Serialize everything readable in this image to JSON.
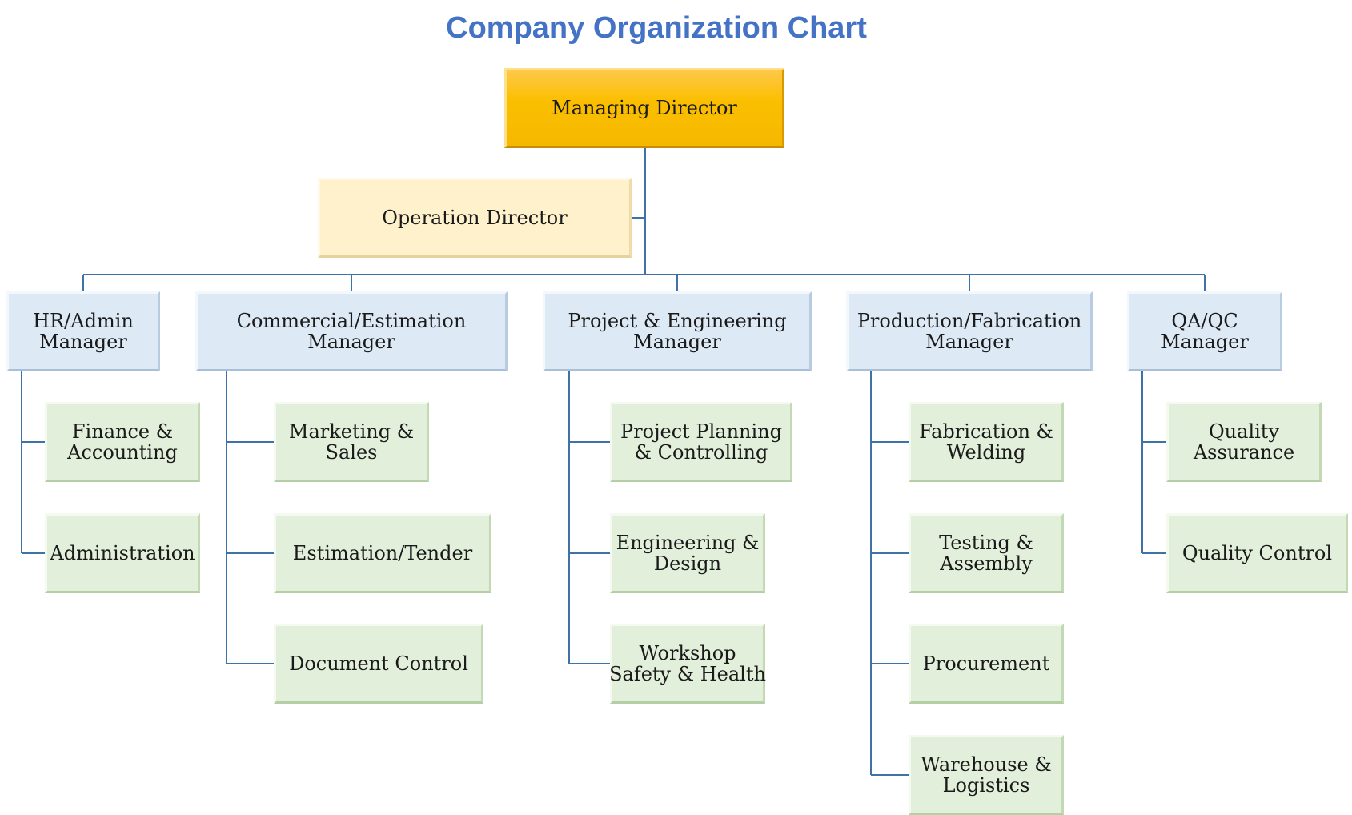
{
  "title": "Company Organization Chart",
  "colors": {
    "title": "#4472C4",
    "connector": "#3f73a8",
    "managing_director_fill": "#fbbf00",
    "operation_director_fill": "#fff1cb",
    "manager_fill": "#dde9f5",
    "department_fill": "#e2efda"
  },
  "managing_director": "Managing Director",
  "operation_director": "Operation Director",
  "managers": [
    {
      "label": "HR/Admin\nManager",
      "departments": [
        "Finance &\nAccounting",
        "Administration"
      ]
    },
    {
      "label": "Commercial/Estimation\nManager",
      "departments": [
        "Marketing &\nSales",
        "Estimation/Tender",
        "Document Control"
      ]
    },
    {
      "label": "Project & Engineering\nManager",
      "departments": [
        "Project Planning\n& Controlling",
        "Engineering &\nDesign",
        "Workshop\nSafety & Health"
      ]
    },
    {
      "label": "Production/Fabrication\nManager",
      "departments": [
        "Fabrication &\nWelding",
        "Testing &\nAssembly",
        "Procurement",
        "Warehouse &\nLogistics"
      ]
    },
    {
      "label": "QA/QC\nManager",
      "departments": [
        "Quality\nAssurance",
        "Quality Control"
      ]
    }
  ]
}
